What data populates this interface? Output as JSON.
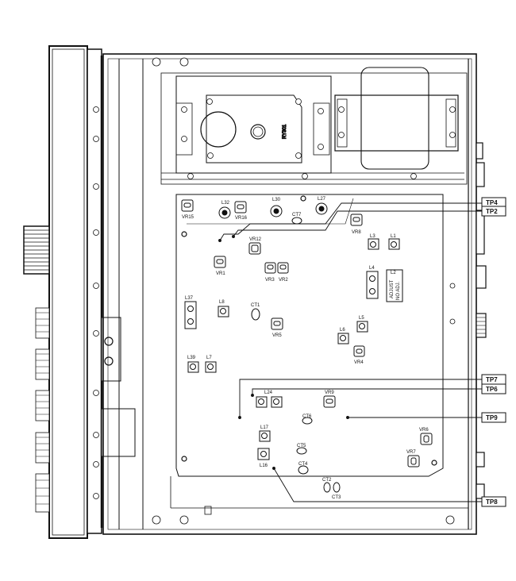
{
  "test_points": {
    "tp4": "TP4",
    "tp2": "TP2",
    "tp7": "TP7",
    "tp6": "TP6",
    "tp9": "TP9",
    "tp8": "TP8"
  },
  "components": {
    "vr15": "VR15",
    "l32": "L32",
    "vr16": "VR16",
    "l30": "L30",
    "l27": "L27",
    "ct7": "CT7",
    "vr8": "VR8",
    "l3": "L3",
    "l1": "L1",
    "vr12": "VR12",
    "vr1": "VR1",
    "vr3": "VR3",
    "vr2": "VR2",
    "l4": "L4",
    "l2": "L2",
    "l2_note_1": "ADJUST",
    "l2_note_2": "NO ADJ.",
    "l37": "L37",
    "l8": "L8",
    "ct1": "CT1",
    "vr5": "VR5",
    "l5": "L5",
    "l6": "L6",
    "vr4": "VR4",
    "l39": "L39",
    "l7": "L7",
    "l24": "L24",
    "vr9": "VR9",
    "ct6": "CT6",
    "l17": "L17",
    "ct5": "CT5",
    "ct4": "CT4",
    "l16": "L16",
    "ct2": "CT2",
    "ct3": "CT3",
    "vr6": "VR6",
    "vr7": "VR7",
    "relay": "RY301"
  },
  "colors": {
    "ink": "#111111",
    "paper": "#ffffff",
    "panel_fill": "#d8d8d8"
  }
}
